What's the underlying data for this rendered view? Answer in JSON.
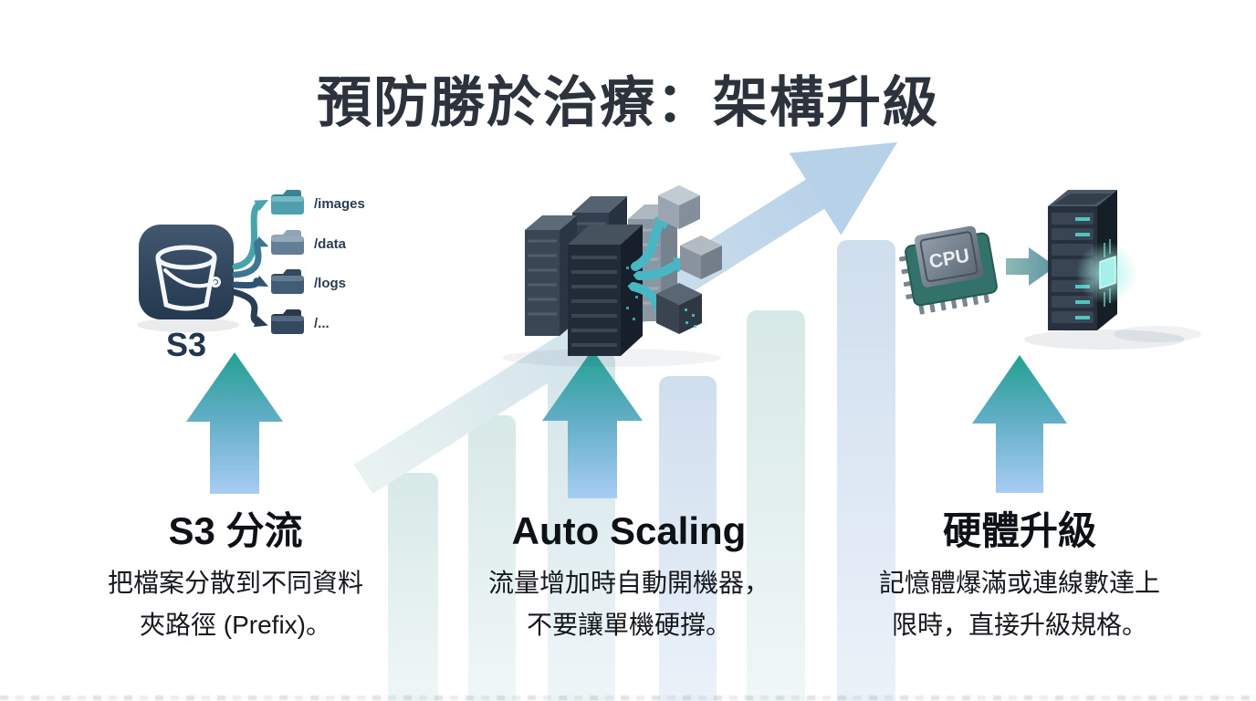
{
  "title": "預防勝於治療：架構升級",
  "columns": [
    {
      "id": "s3-sharding",
      "heading": "S3 分流",
      "body_lines": [
        "把檔案分散到不同資料",
        "夾路徑 (Prefix)。"
      ],
      "bucket_label": "S3",
      "folders": [
        {
          "label": "/images"
        },
        {
          "label": "/data"
        },
        {
          "label": "/logs"
        },
        {
          "label": "/..."
        }
      ]
    },
    {
      "id": "auto-scaling",
      "heading": "Auto Scaling",
      "body_lines": [
        "流量增加時自動開機器，",
        "不要讓單機硬撐。"
      ]
    },
    {
      "id": "hardware-upgrade",
      "heading": "硬體升級",
      "body_lines": [
        "記憶體爆滿或連線數達上",
        "限時，直接升級規格。"
      ],
      "chip_label": "CPU"
    }
  ],
  "colors": {
    "title_text": "#2d333d",
    "body_text": "#15191e",
    "up_arrow_top_teal": "#23a091",
    "up_arrow_bottom_blue": "#a8ccf3",
    "trend_arrow_blue": "#b7d1e9",
    "s3_icon_dark": "#2c3f54",
    "folder_teal": "#4f9fae",
    "scaling_arrow_cyan": "#49b7c3",
    "server_glow_teal": "#9ff2ec"
  }
}
